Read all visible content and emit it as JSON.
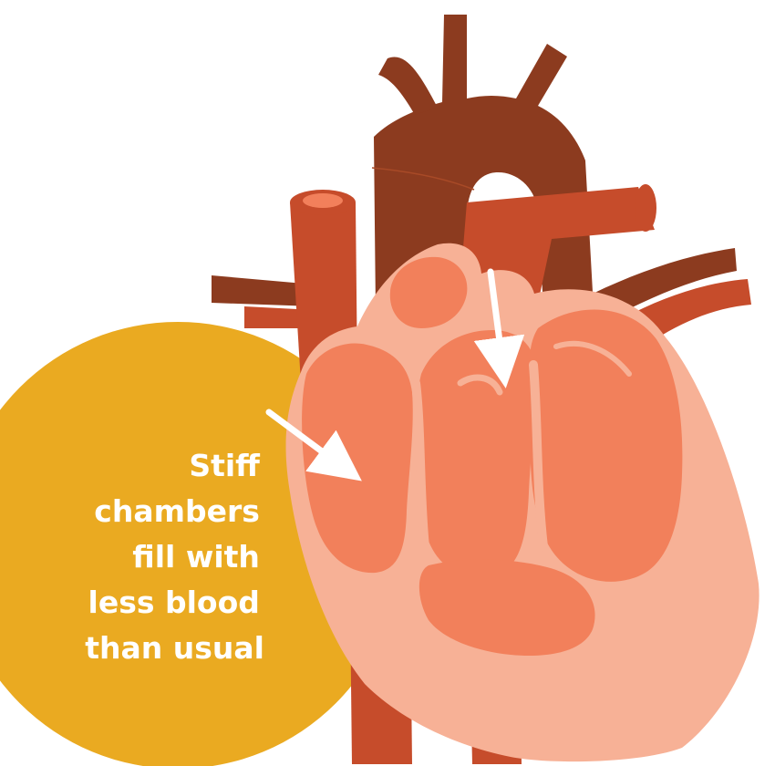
{
  "callout": {
    "lines": [
      "Stiff",
      "chambers",
      "fill with",
      "less blood",
      "than usual"
    ]
  },
  "colors": {
    "callout_circle": "#EAAA21",
    "callout_text": "#FFFFFF",
    "aorta": "#8C3B1F",
    "vessel_red": "#C64C2B",
    "heart_chamber": "#F2805B",
    "heart_outer": "#F7B196",
    "arrow": "#FFFFFF"
  },
  "icons": {
    "heart": "heart-illustration-icon",
    "arrow": "arrow-icon"
  }
}
